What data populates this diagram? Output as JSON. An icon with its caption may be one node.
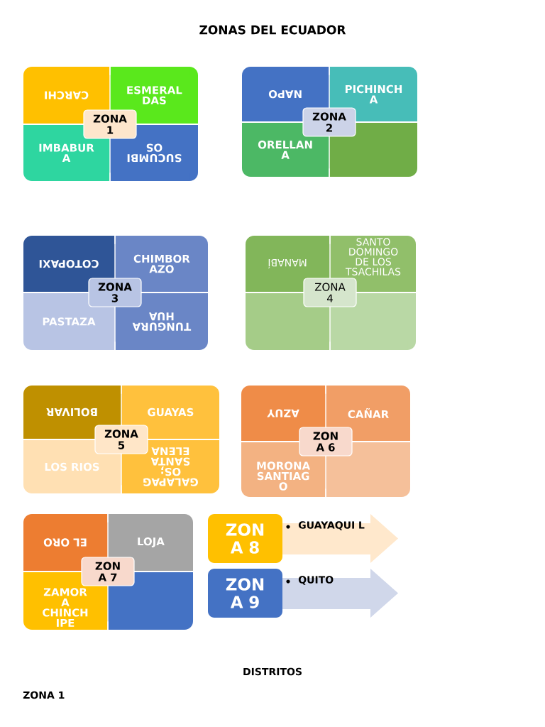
{
  "diagram": {
    "title": "ZONAS DEL ECUADOR",
    "nodes": [
      {
        "text": [
          "CARCHI"
        ]
      },
      {
        "text": [
          "ESMERAL DAS"
        ]
      },
      {
        "text": [
          "IMBABUR A"
        ]
      },
      {
        "text": [
          "SUCUMBI OS"
        ]
      },
      {
        "text": [
          "ZONA 1"
        ]
      },
      {
        "text": [
          "NAPO"
        ]
      },
      {
        "text": [
          "PICHINCH A"
        ]
      },
      {
        "text": [
          "ORELLAN A"
        ]
      },
      {
        "text": [],
        "shape": "box"
      },
      {
        "text": [
          "ZONA 2"
        ]
      },
      {
        "text": [
          "COTOPAXI"
        ]
      },
      {
        "text": [
          "CHIMBOR AZO"
        ]
      },
      {
        "text": [
          "PASTAZA"
        ]
      },
      {
        "text": [
          "TUNGURA HUA"
        ]
      },
      {
        "text": [
          "ZONA 3"
        ]
      },
      {
        "text": [
          "MANABÍ"
        ]
      },
      {
        "text": [
          "SANTO DOMINGO DE LOS TSACHILAS"
        ]
      },
      {
        "text": [],
        "shape": "box"
      },
      {
        "text": [],
        "shape": "box"
      },
      {
        "text": [
          "ZONA 4"
        ]
      },
      {
        "text": [
          "BOLIVAR"
        ]
      },
      {
        "text": [
          "GUAYAS"
        ]
      },
      {
        "text": [
          "LOS RIOS"
        ]
      },
      {
        "text": [
          "GALAPAG OS; SANTA ELENA"
        ]
      },
      {
        "text": [
          "ZONA 5"
        ]
      },
      {
        "text": [
          "AZUY"
        ]
      },
      {
        "text": [
          "CAÑAR"
        ]
      },
      {
        "text": [
          "MORONA SANTIAG O"
        ]
      },
      {
        "text": [],
        "shape": "box"
      },
      {
        "text": [
          "ZON A 6"
        ]
      },
      {
        "text": [
          "EL ORO"
        ]
      },
      {
        "text": [
          "LOJA"
        ]
      },
      {
        "text": [
          "ZAMOR A CHINCH IPE"
        ]
      },
      {
        "text": [],
        "shape": "box"
      },
      {
        "text": [
          "ZON A 7"
        ]
      },
      {
        "text": [
          "ZON A 8"
        ]
      },
      {
        "text": [
          "GUAYAQUI L"
        ]
      },
      {
        "text": [
          "ZON A 9"
        ]
      },
      {
        "text": [
          "QUITO"
        ]
      }
    ],
    "labels": [
      "DISTRITOS",
      "ZONA 1"
    ]
  }
}
